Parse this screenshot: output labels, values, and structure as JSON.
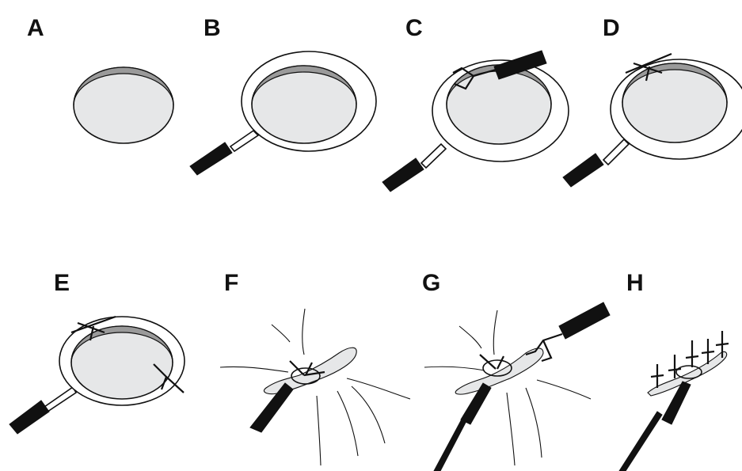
{
  "panels": [
    {
      "label": "A"
    },
    {
      "label": "B"
    },
    {
      "label": "C"
    },
    {
      "label": "D"
    },
    {
      "label": "E"
    },
    {
      "label": "F"
    },
    {
      "label": "G"
    },
    {
      "label": "H"
    }
  ],
  "colors": {
    "membrane": "#e6e7e8",
    "rim": "#9a9a9a",
    "ink": "#111111",
    "background": "#ffffff"
  }
}
